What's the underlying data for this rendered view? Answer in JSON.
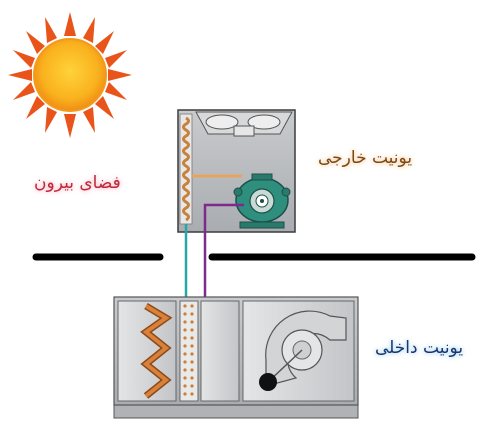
{
  "labels": {
    "outdoor_unit": "یونیت خارجی",
    "outside_space": "فضای بیرون",
    "indoor_unit": "یونیت داخلی"
  },
  "icons": [
    "sun-icon",
    "condenser-fan-icon",
    "compressor-icon",
    "blower-fan-icon",
    "filter-icon",
    "coil-icon"
  ],
  "colors": {
    "sun": "#f7a21b",
    "sun_rays": "#e8541a",
    "liquid_line": "#26a9a6",
    "suction_line": "#7d2a8c",
    "discharge_line": "#f0a050",
    "compressor": "#2f8f7f",
    "coil": "#c8813b",
    "wall": "#000000"
  }
}
